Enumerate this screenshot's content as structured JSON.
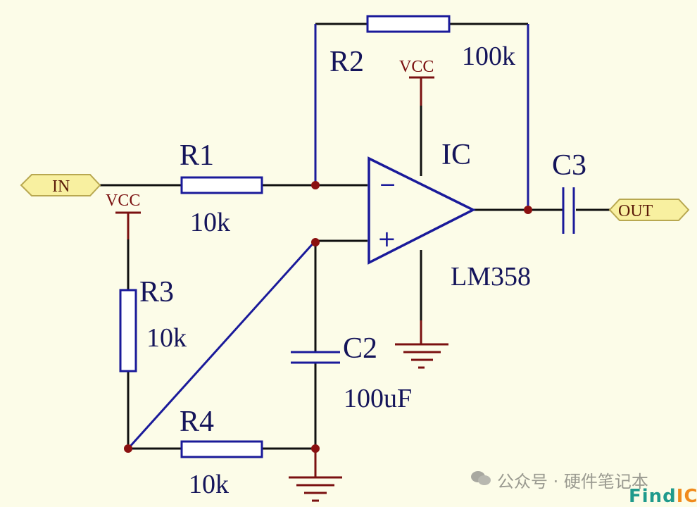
{
  "diagram": {
    "title": "LM358 op-amp amplifier schematic",
    "ports": {
      "input": "IN",
      "output": "OUT"
    },
    "power_labels": {
      "vcc": "VCC"
    },
    "components": {
      "R1": {
        "ref": "R1",
        "value": "10k"
      },
      "R2": {
        "ref": "R2",
        "value": "100k"
      },
      "R3": {
        "ref": "R3",
        "value": "10k"
      },
      "R4": {
        "ref": "R4",
        "value": "10k"
      },
      "C2": {
        "ref": "C2",
        "value": "100uF"
      },
      "C3": {
        "ref": "C3",
        "value": ""
      },
      "IC": {
        "ref": "IC",
        "value": "LM358",
        "inverting": "−",
        "non_inverting": "+"
      }
    },
    "colors": {
      "background": "#fcfce8",
      "wire": "#101010",
      "component": "#1a1a9a",
      "power": "#7a1010",
      "junction": "#8a1010",
      "port_fill": "#f8f0a0"
    }
  },
  "watermark": {
    "text": "公众号 · 硬件笔记本",
    "brand_a": "Find",
    "brand_b": "IC"
  }
}
